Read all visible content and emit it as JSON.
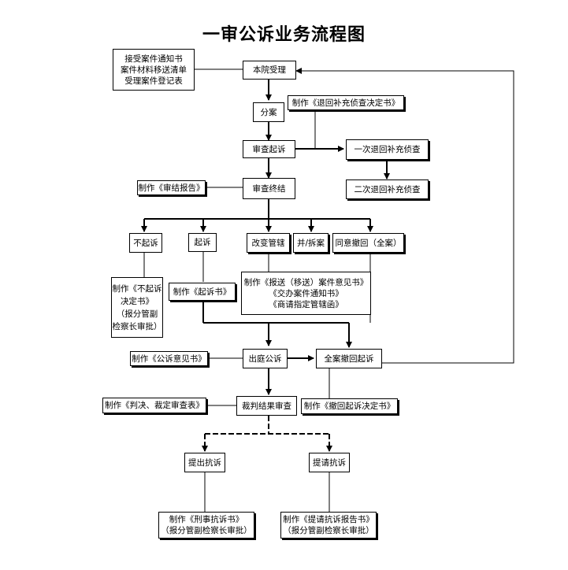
{
  "title": "一审公诉业务流程图",
  "nodes": {
    "receive_docs": [
      "接受案件通知书",
      "案件材料移送清单",
      "受理案件登记表"
    ],
    "accept": "本院受理",
    "assign": "分案",
    "return_doc": "制作《退回补充侦查决定书》",
    "review_prosecution": "审查起诉",
    "first_return": "一次退回补充侦查",
    "second_return": "二次退回补充侦查",
    "review_conclusion_doc": "制作《审结报告》",
    "review_end": "审查终结",
    "no_prosecution": "不起诉",
    "prosecution": "起诉",
    "change_jurisdiction": "改变管辖",
    "merge_split": "并/拆案",
    "agree_withdraw": "同意撤回（全案）",
    "no_prosecution_doc": [
      "制作《不起诉",
      "决定书》",
      "（报分管副",
      "检察长审批）"
    ],
    "indictment_doc": "制作《起诉书》",
    "jurisdiction_docs": [
      "制作《报送（移送）案件意见书》",
      "《交办案件通知书》",
      "《商请指定管辖函》"
    ],
    "opinion_doc": "制作《公诉意见书》",
    "court_prosecution": "出庭公诉",
    "withdraw_all": "全案撤回起诉",
    "judgment_review_doc": "制作《判决、裁定审查表》",
    "judgment_review": "裁判结果审查",
    "withdraw_doc": "制作《撤回起诉决定书》",
    "appeal": "提出抗诉",
    "request_appeal": "提请抗诉",
    "appeal_doc": [
      "制作《刑事抗诉书》",
      "（报分管副检察长审批）"
    ],
    "request_appeal_doc": [
      "制作《提请抗诉报告书》",
      "（报分管副检察长审批）"
    ]
  },
  "colors": {
    "line": "#000000",
    "background": "#ffffff"
  }
}
